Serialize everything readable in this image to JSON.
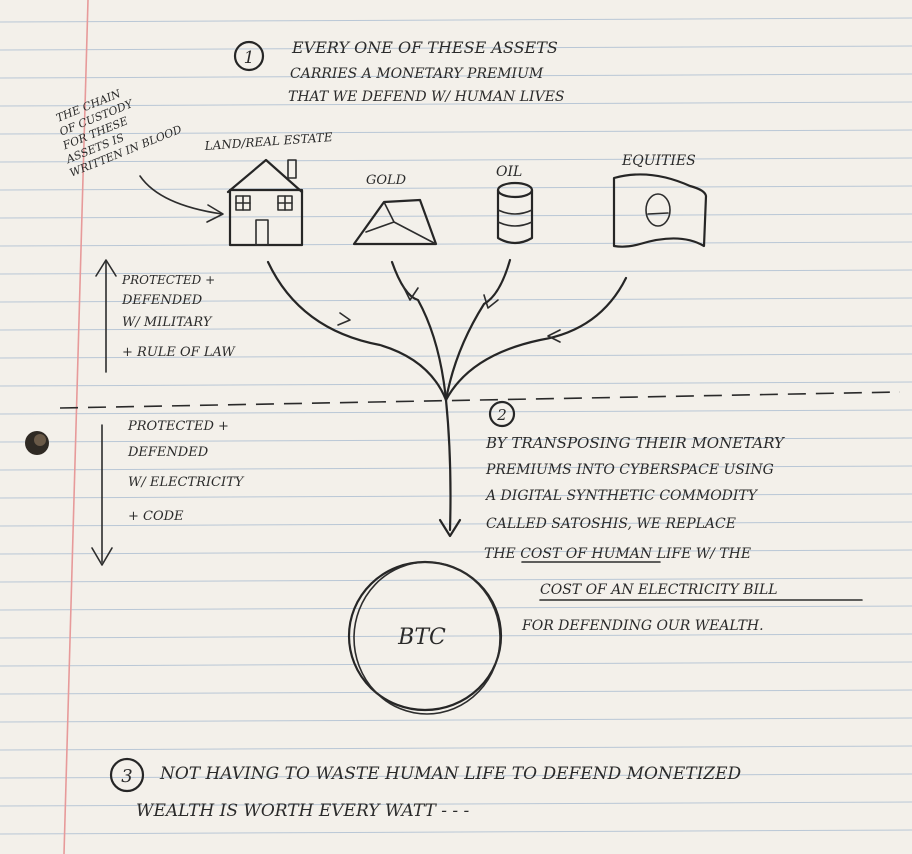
{
  "step1": {
    "number": "1",
    "lines": [
      "EVERY ONE OF THESE ASSETS",
      "CARRIES A MONETARY PREMIUM",
      "THAT WE DEFEND W/ HUMAN LIVES"
    ]
  },
  "side_note": {
    "lines": [
      "THE CHAIN",
      "OF CUSTODY",
      "FOR THESE",
      "ASSETS IS",
      "WRITTEN IN BLOOD"
    ]
  },
  "assets": {
    "land": "LAND/REAL ESTATE",
    "gold": "GOLD",
    "oil": "OIL",
    "equities": "EQUITIES"
  },
  "upper_protection": {
    "lines": [
      "PROTECTED +",
      "DEFENDED",
      "W/ MILITARY",
      "+ RULE OF LAW"
    ]
  },
  "lower_protection": {
    "lines": [
      "PROTECTED +",
      "DEFENDED",
      "W/ ELECTRICITY",
      "+ CODE"
    ]
  },
  "step2": {
    "number": "2",
    "lines": [
      "BY TRANSPOSING THEIR MONETARY",
      "PREMIUMS INTO CYBERSPACE USING",
      "A DIGITAL SYNTHETIC COMMODITY",
      "CALLED SATOSHIS, WE REPLACE",
      "THE COST OF HUMAN LIFE W/ THE",
      "COST OF AN ELECTRICITY BILL",
      "FOR DEFENDING OUR WEALTH."
    ]
  },
  "btc_label": "BTC",
  "step3": {
    "number": "3",
    "lines": [
      "NOT HAVING TO WASTE HUMAN LIFE TO DEFEND MONETIZED",
      "WEALTH IS WORTH EVERY WATT - - -"
    ]
  }
}
